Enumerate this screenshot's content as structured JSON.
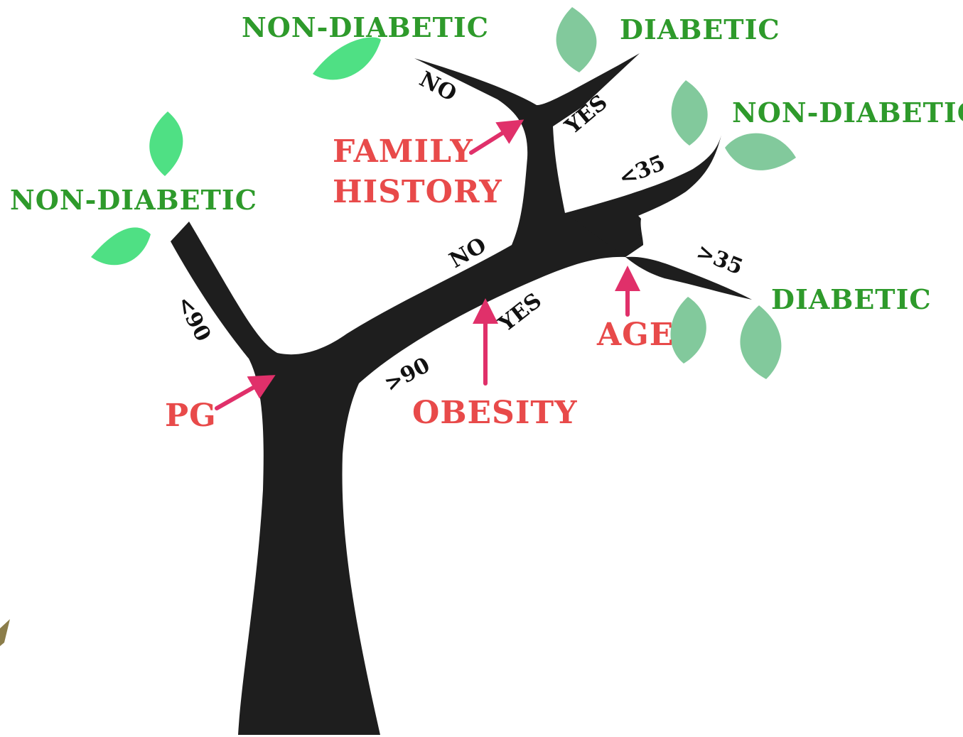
{
  "colors": {
    "trunk": "#1e1e1e",
    "leaf_bright": "#4fe084",
    "leaf_muted": "#82c99c",
    "outcome_text": "#2e9a2b",
    "feature_text": "#e84a4a",
    "arrow": "#e0306a",
    "branch_text": "#111111"
  },
  "features": {
    "pg": "PG",
    "obesity": "OBESITY",
    "family_history_line1": "FAMILY",
    "family_history_line2": "HISTORY",
    "age": "AGE"
  },
  "branches": {
    "pg_low": "<90",
    "pg_high": ">90",
    "obesity_no": "NO",
    "obesity_yes": "YES",
    "family_no": "NO",
    "family_yes": "YES",
    "age_low": "<35",
    "age_high": ">35"
  },
  "outcomes": {
    "pg_low": "NON-DIABETIC",
    "family_no": "NON-DIABETIC",
    "family_yes": "DIABETIC",
    "age_low": "NON-DIABETIC",
    "age_high": "DIABETIC"
  }
}
